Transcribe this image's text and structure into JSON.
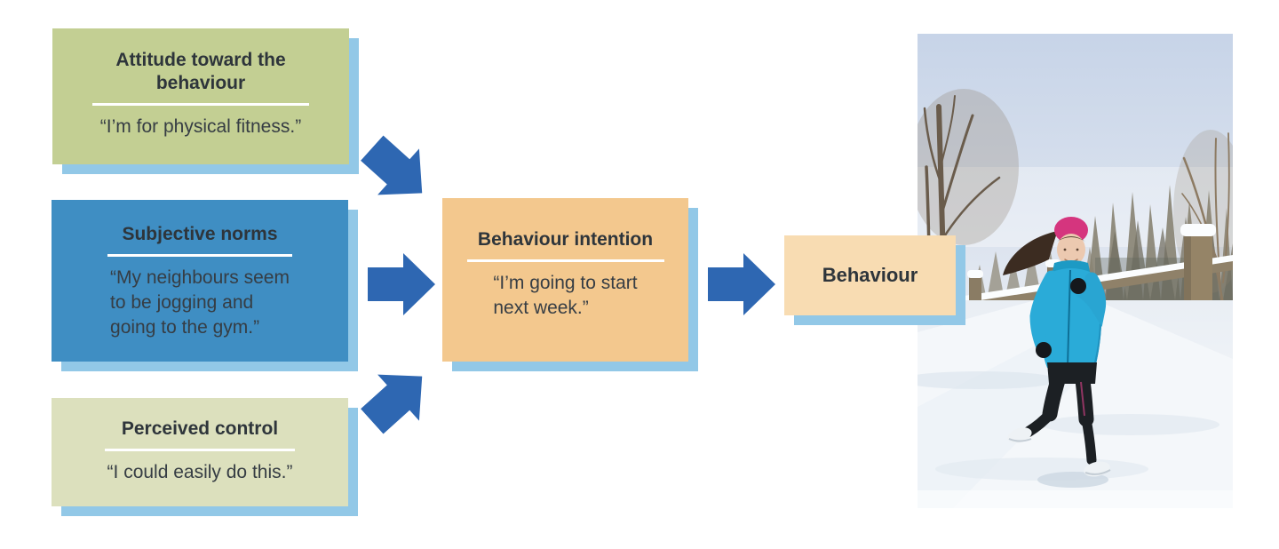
{
  "colors": {
    "arrow_blue": "#2e67b2",
    "shadow_blue": "#92c8e7",
    "box_attitude_bg": "#c3cf93",
    "box_subjective_bg": "#3f8ec3",
    "box_perceived_bg": "#dce0bd",
    "box_intention_bg": "#f3c88e",
    "box_behaviour_bg": "#f8dcb2",
    "title_text": "#2e353b"
  },
  "boxes": {
    "attitude": {
      "title_lines": [
        "Attitude toward the",
        "behaviour"
      ],
      "quote": "“I’m for physical fitness.”"
    },
    "subjective": {
      "title": "Subjective norms",
      "quote_lines": [
        "“My neighbours seem",
        "to be jogging and",
        "going to the gym.”"
      ]
    },
    "perceived": {
      "title": "Perceived control",
      "quote": "“I could easily do this.”"
    },
    "intention": {
      "title": "Behaviour intention",
      "quote_lines": [
        "“I’m going to start",
        "next week.”"
      ]
    },
    "behaviour": {
      "label": "Behaviour"
    }
  },
  "photo": {
    "description": "Woman in a bright blue jacket and pink headband jogging along a snowy path beside a snow-capped wooden fence, with bare trees and conifers behind"
  }
}
